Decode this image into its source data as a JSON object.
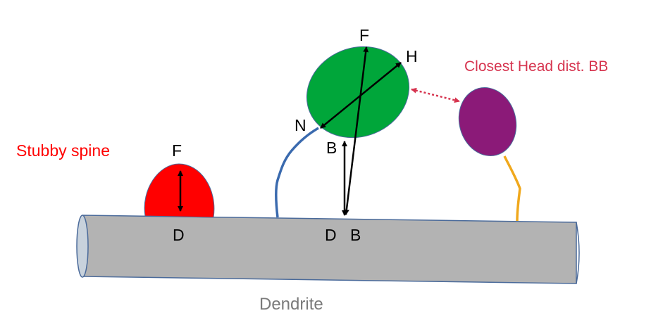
{
  "labels": {
    "stubby_title": "Stubby spine",
    "stubby_top": "F",
    "stubby_bottom": "D",
    "head_top": "F",
    "head_right": "H",
    "head_left": "N",
    "head_base": "B",
    "dendrite_d": "D",
    "dendrite_b": "B",
    "closest_head": "Closest Head dist. BB",
    "dendrite": "Dendrite"
  },
  "colors": {
    "dendrite_fill": "#b3b3b3",
    "dendrite_stroke": "#4a6a9a",
    "stubby_head": "#ff0000",
    "mushroom_head": "#00a63a",
    "mushroom_neck": "#3a6aae",
    "purple_head": "#8b1a78",
    "purple_neck": "#f0a81c",
    "stubby_title": "#ff0000",
    "closest_head": "#d6344f",
    "dendrite_label": "#7a7a7a",
    "arrow": "#000000"
  }
}
